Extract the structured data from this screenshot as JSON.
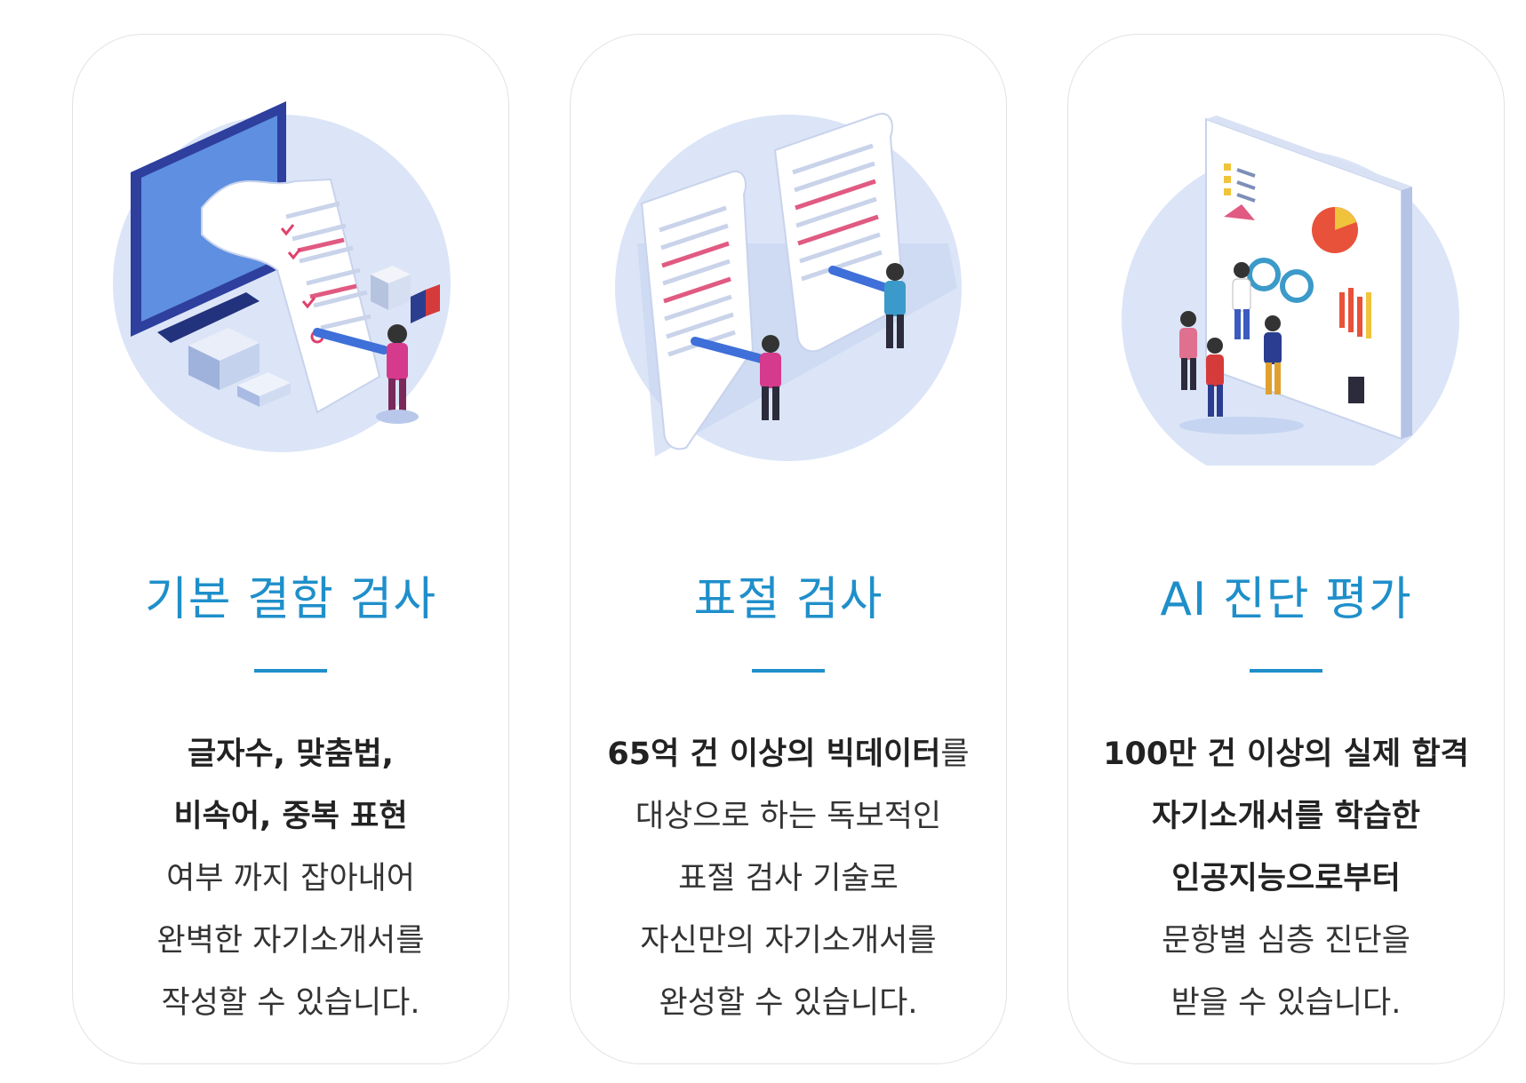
{
  "cards": [
    {
      "title": "기본 결함 검사",
      "illustration": "document-review-monitor-illustration",
      "lines": [
        {
          "bold": "글자수, 맞춤법,",
          "rest": ""
        },
        {
          "bold": "비속어, 중복 표현",
          "rest": ""
        },
        {
          "bold": "",
          "rest": "여부 까지 잡아내어"
        },
        {
          "bold": "",
          "rest": "완벽한 자기소개서를"
        },
        {
          "bold": "",
          "rest": "작성할 수 있습니다."
        }
      ]
    },
    {
      "title": "표절 검사",
      "illustration": "plagiarism-documents-illustration",
      "lines": [
        {
          "bold": "65억 건 이상의 빅데이터",
          "rest": "를"
        },
        {
          "bold": "",
          "rest": "대상으로 하는 독보적인"
        },
        {
          "bold": "",
          "rest": "표절 검사 기술로"
        },
        {
          "bold": "",
          "rest": "자신만의 자기소개서를"
        },
        {
          "bold": "",
          "rest": "완성할 수 있습니다."
        }
      ]
    },
    {
      "title": "AI 진단 평가",
      "illustration": "ai-analytics-dashboard-illustration",
      "lines": [
        {
          "bold": "100만 건 이상의 실제 합격",
          "rest": ""
        },
        {
          "bold": "자기소개서를 학습한",
          "rest": ""
        },
        {
          "bold": "인공지능으로부터",
          "rest": ""
        },
        {
          "bold": "",
          "rest": "문항별 심층 진단을"
        },
        {
          "bold": "",
          "rest": "받을 수 있습니다."
        }
      ]
    }
  ],
  "colors": {
    "accent": "#1f8fca",
    "text": "#333333",
    "circle": "#dbe5f7",
    "border": "#e2e2e2"
  }
}
